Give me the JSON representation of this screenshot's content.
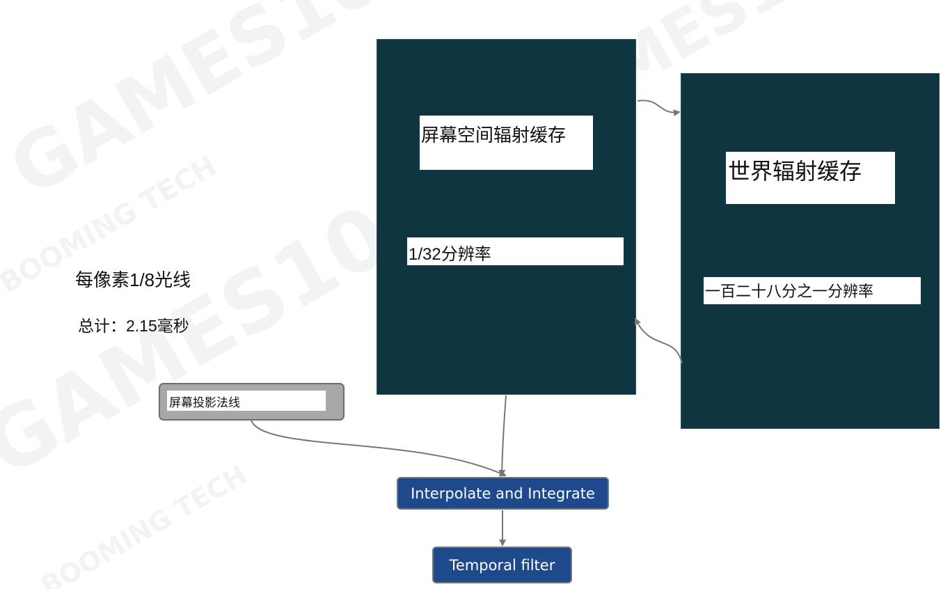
{
  "watermark": {
    "logo_text_1": "GAMES104",
    "logo_text_2": "BOOMING TECH"
  },
  "side_notes": {
    "rays_per_pixel": "每像素1/8光线",
    "total_time": "总计：2.15毫秒"
  },
  "screen_cache": {
    "title": "屏幕空间辐射缓存",
    "resolution": "1/32分辨率"
  },
  "world_cache": {
    "title": "世界辐射缓存",
    "resolution": "一百二十八分之一分辨率"
  },
  "normals_node": {
    "label": "屏幕投影法线"
  },
  "interpolate_node": {
    "label": "Interpolate and Integrate"
  },
  "temporal_node": {
    "label": "Temporal filter"
  },
  "colors": {
    "cache_box": "#0f3640",
    "process_node": "#1e4a8c",
    "input_node": "#a8a8a8",
    "arrow": "#777777"
  }
}
